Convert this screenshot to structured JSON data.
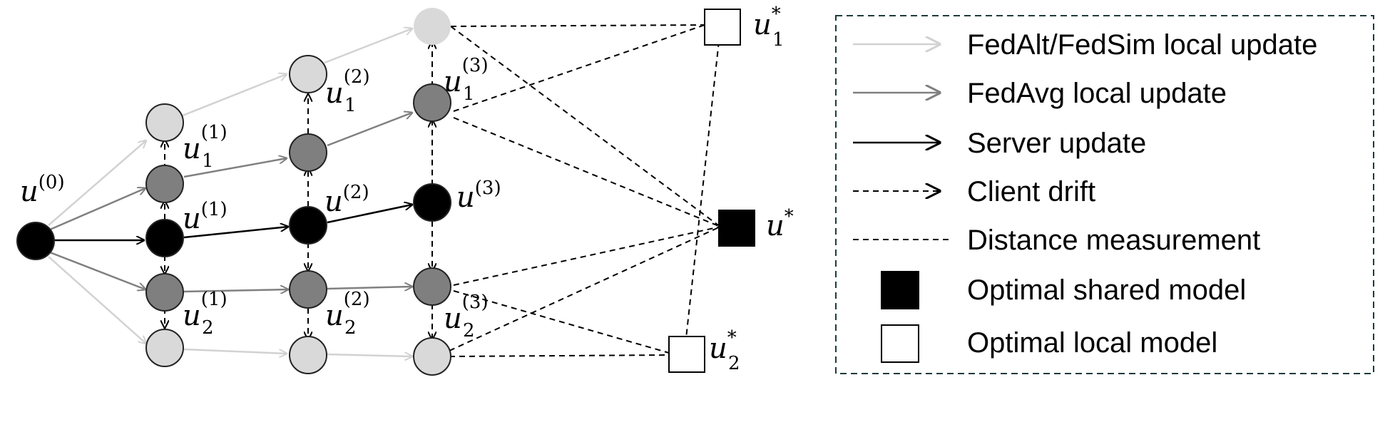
{
  "colors": {
    "fedalt": "#d2d2d2",
    "fedavg": "#808080",
    "server": "#000000",
    "node_light": "#d9d9d9",
    "node_gray": "#7f7f7f",
    "node_black": "#000000",
    "legend_border": "#1f3a3d"
  },
  "legend": {
    "items": [
      {
        "label": "FedAlt/FedSim local update",
        "symbol": "arrow-light"
      },
      {
        "label": "FedAvg local update",
        "symbol": "arrow-gray"
      },
      {
        "label": "Server update",
        "symbol": "arrow-black"
      },
      {
        "label": "Client drift",
        "symbol": "arrow-dashed"
      },
      {
        "label": "Distance measurement",
        "symbol": "line-dashed"
      },
      {
        "label": "Optimal shared model",
        "symbol": "square-filled"
      },
      {
        "label": "Optimal local model",
        "symbol": "square-empty"
      }
    ]
  },
  "labels": {
    "u0": {
      "base": "u",
      "sup": "(0)",
      "sub": ""
    },
    "u1": {
      "base": "u",
      "sup": "(1)",
      "sub": ""
    },
    "u2": {
      "base": "u",
      "sup": "(2)",
      "sub": ""
    },
    "u3": {
      "base": "u",
      "sup": "(3)",
      "sub": ""
    },
    "u1_1": {
      "base": "u",
      "sup": "(1)",
      "sub": "1"
    },
    "u1_2": {
      "base": "u",
      "sup": "(2)",
      "sub": "1"
    },
    "u1_3": {
      "base": "u",
      "sup": "(3)",
      "sub": "1"
    },
    "u2_1": {
      "base": "u",
      "sup": "(1)",
      "sub": "2"
    },
    "u2_2": {
      "base": "u",
      "sup": "(2)",
      "sub": "2"
    },
    "u2_3": {
      "base": "u",
      "sup": "(3)",
      "sub": "2"
    },
    "ustar": {
      "base": "u",
      "sup": "*",
      "sub": ""
    },
    "u1star": {
      "base": "u",
      "sup": "*",
      "sub": "1"
    },
    "u2star": {
      "base": "u",
      "sup": "*",
      "sub": "2"
    }
  }
}
